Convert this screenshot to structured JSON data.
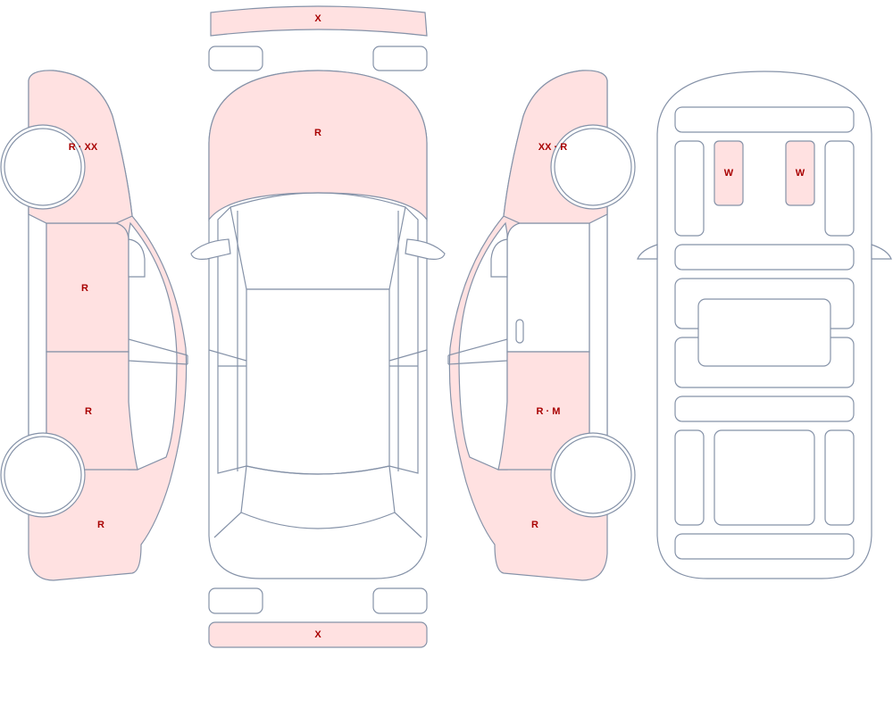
{
  "colors": {
    "outline": "#8592a8",
    "damaged_fill": "#ffe1e1",
    "label": "#a80000",
    "background": "#ffffff"
  },
  "front_bumper": {
    "label": "X"
  },
  "hood": {
    "label": "R"
  },
  "rear_bumper": {
    "label": "X"
  },
  "left_side": {
    "front_fender": {
      "label": "R · XX"
    },
    "front_door": {
      "label": "R"
    },
    "rear_door": {
      "label": "R"
    },
    "rear_quarter": {
      "label": "R"
    }
  },
  "right_side": {
    "front_fender": {
      "label": "XX · R"
    },
    "rear_door": {
      "label": "R · M"
    },
    "rear_quarter": {
      "label": "R"
    }
  },
  "interior": {
    "front_seat_left": {
      "label": "W"
    },
    "front_seat_right": {
      "label": "W"
    }
  }
}
